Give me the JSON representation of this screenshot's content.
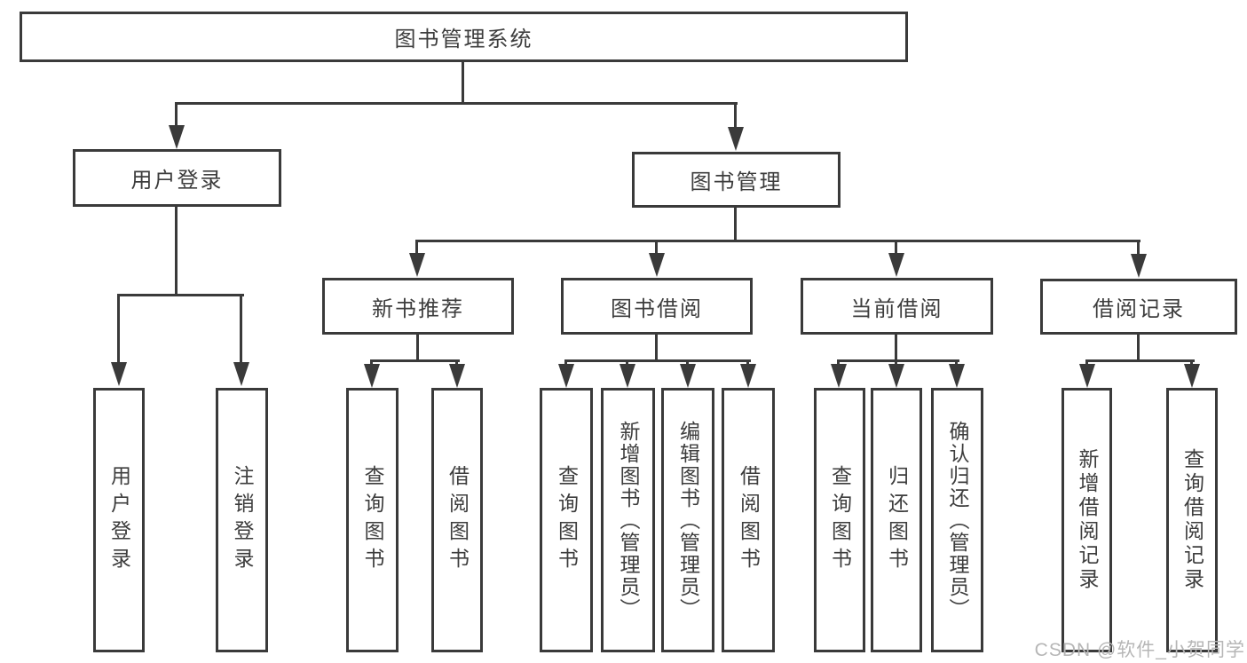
{
  "diagram": {
    "root_label": "图书管理系统",
    "user_login": {
      "label": "用户登录",
      "children": [
        "用户登录",
        "注销登录"
      ]
    },
    "book_management": {
      "label": "图书管理",
      "groups": [
        {
          "label": "新书推荐",
          "children": [
            "查询图书",
            "借阅图书"
          ]
        },
        {
          "label": "图书借阅",
          "children": [
            "查询图书",
            "新增图书（管理员）",
            "编辑图书（管理员）",
            "借阅图书"
          ]
        },
        {
          "label": "当前借阅",
          "children": [
            "查询图书",
            "归还图书",
            "确认归还（管理员）"
          ]
        },
        {
          "label": "借阅记录",
          "children": [
            "新增借阅记录",
            "查询借阅记录"
          ]
        }
      ]
    }
  },
  "watermark": "CSDN @软件_小贺同学",
  "colors": {
    "line": "#3a3a3a",
    "text": "#3d3d3d",
    "watermark": "#b6b6b6",
    "box_background": "#ffffff"
  }
}
